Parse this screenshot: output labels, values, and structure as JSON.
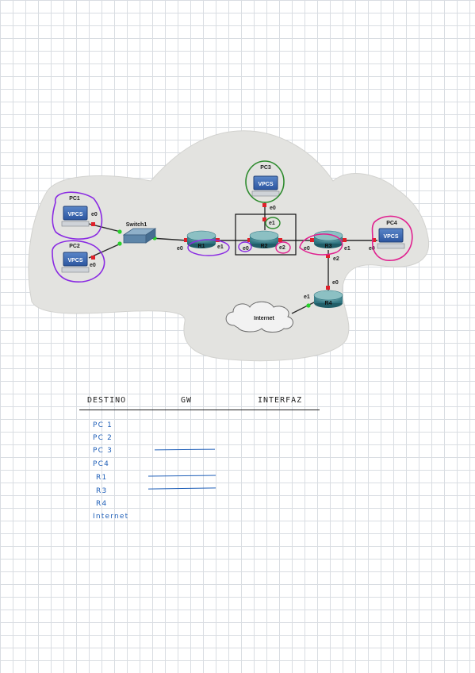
{
  "nodes": {
    "pc1": "PC1",
    "pc2": "PC2",
    "pc3": "PC3",
    "pc4": "PC4",
    "switch1": "Switch1",
    "r1": "R1",
    "r2": "R2",
    "r3": "R3",
    "r4": "R4",
    "internet": "Internet",
    "vpcs": "VPCS"
  },
  "interfaces": {
    "pc1_e0": "e0",
    "pc2_e0": "e0",
    "pc3_e0": "e0",
    "pc4_e0": "e0",
    "r1_e0": "e0",
    "r1_e1": "e1",
    "r2_e0": "e0",
    "r2_e1": "e1",
    "r2_e2": "e2",
    "r3_e0": "e0",
    "r3_e1": "e1",
    "r3_e2": "e2",
    "r4_e0": "e0",
    "r4_e1": "e1"
  },
  "annotation_colors": {
    "pc3_group": "#2e8b2e",
    "pc1_pc2_r1_group": "#8a2be2",
    "r2_r3_pc4_group": "#e0208f",
    "r2_highlight_box": "#111111",
    "handwriting": "#1f5fb8"
  },
  "table": {
    "headers": [
      "DESTINO",
      "GW",
      "INTERFAZ"
    ],
    "rows": [
      "PC 1",
      "PC 2",
      "PC 3",
      "PC4",
      "R1",
      "R3",
      "R4",
      "Internet"
    ]
  }
}
